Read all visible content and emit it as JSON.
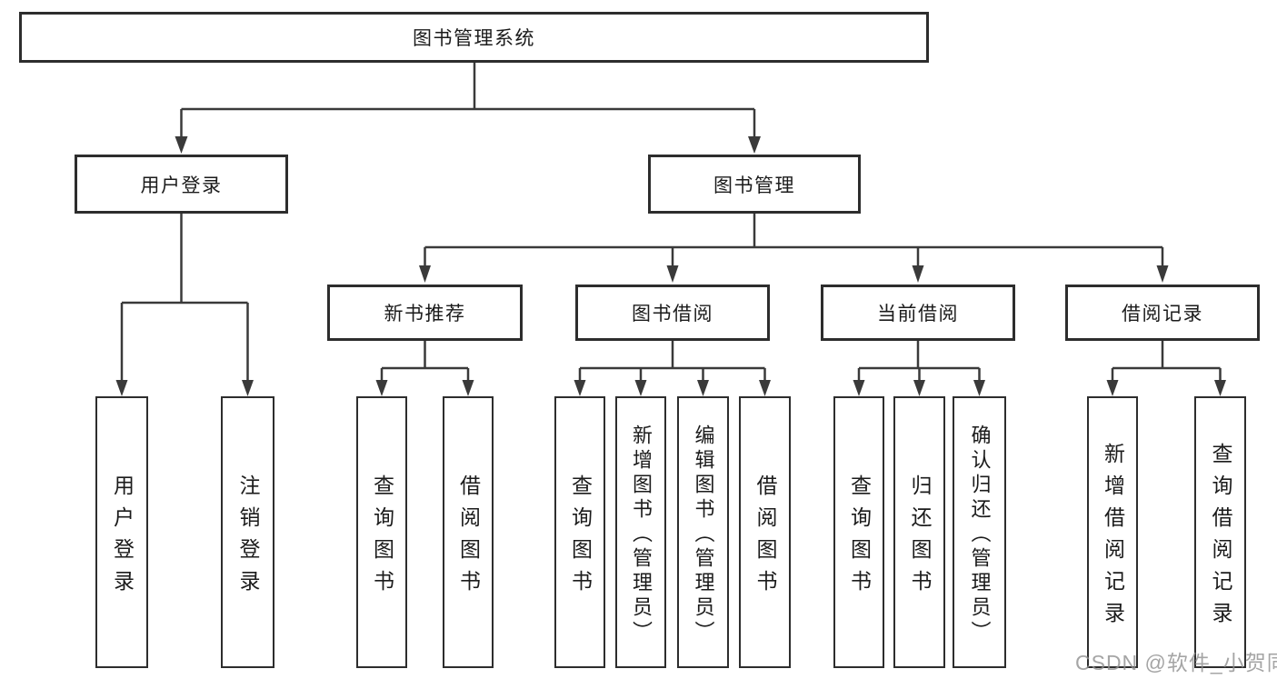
{
  "colors": {
    "background": "#ffffff",
    "line": "#3a3a3a",
    "box_border": "#2d2d2d",
    "text": "#1b1b1b",
    "watermark": "#8f8f8f"
  },
  "tree": {
    "root": {
      "label": "图书管理系统"
    },
    "level2": [
      {
        "id": "user-login",
        "label": "用户登录"
      },
      {
        "id": "book-management",
        "label": "图书管理"
      }
    ],
    "level3": [
      {
        "id": "new-book-recommendation",
        "label": "新书推荐",
        "parent": "book-management"
      },
      {
        "id": "book-borrowing",
        "label": "图书借阅",
        "parent": "book-management"
      },
      {
        "id": "current-borrowing",
        "label": "当前借阅",
        "parent": "book-management"
      },
      {
        "id": "borrowing-records",
        "label": "借阅记录",
        "parent": "book-management"
      }
    ],
    "leaves": [
      {
        "id": "user-login-leaf",
        "label": "用户登录",
        "parent": "user-login"
      },
      {
        "id": "logout",
        "label": "注销登录",
        "parent": "user-login"
      },
      {
        "id": "query-books-1",
        "label": "查询图书",
        "parent": "new-book-recommendation"
      },
      {
        "id": "borrow-books-1",
        "label": "借阅图书",
        "parent": "new-book-recommendation"
      },
      {
        "id": "query-books-2",
        "label": "查询图书",
        "parent": "book-borrowing"
      },
      {
        "id": "add-books-admin",
        "label": "新增图书（管理员）",
        "parent": "book-borrowing"
      },
      {
        "id": "edit-books-admin",
        "label": "编辑图书（管理员）",
        "parent": "book-borrowing"
      },
      {
        "id": "borrow-books-2",
        "label": "借阅图书",
        "parent": "book-borrowing"
      },
      {
        "id": "query-books-3",
        "label": "查询图书",
        "parent": "current-borrowing"
      },
      {
        "id": "return-books",
        "label": "归还图书",
        "parent": "current-borrowing"
      },
      {
        "id": "confirm-return-admin",
        "label": "确认归还（管理员）",
        "parent": "current-borrowing"
      },
      {
        "id": "add-borrow-record",
        "label": "新增借阅记录",
        "parent": "borrowing-records"
      },
      {
        "id": "query-borrow-record",
        "label": "查询借阅记录",
        "parent": "borrowing-records"
      }
    ]
  },
  "watermark": {
    "text": "CSDN @软件_小贺同学"
  }
}
